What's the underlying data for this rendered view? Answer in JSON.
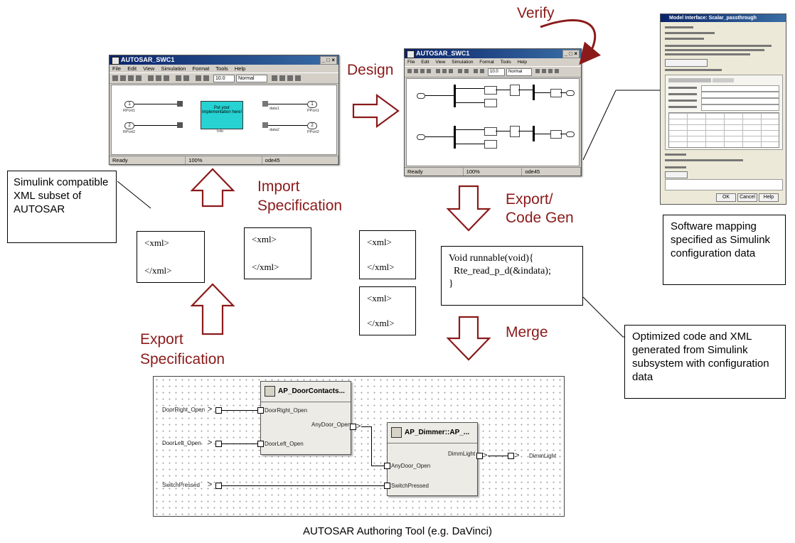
{
  "labels": {
    "verify": "Verify",
    "design": "Design",
    "import_spec": [
      "Import",
      "Specification"
    ],
    "export_codegen": [
      "Export/",
      "Code Gen"
    ],
    "merge": "Merge",
    "export_spec": [
      "Export",
      "Specification"
    ]
  },
  "simulink_left": {
    "title": "AUTOSAR_SWC1",
    "window_controls": "_ □ ×",
    "menu": [
      "File",
      "Edit",
      "View",
      "Simulation",
      "Format",
      "Tools",
      "Help"
    ],
    "toolbar_stoptime": "10.0",
    "toolbar_mode": "Normal",
    "ports_in": [
      "1",
      "2"
    ],
    "port_labels_in": [
      "RPort1",
      "RPort2"
    ],
    "port_labels_out": [
      "PPort1",
      "PPort2"
    ],
    "ports_out": [
      "1",
      "2"
    ],
    "impl_text": "Put your implementation here!",
    "impl_caption": "Info",
    "term_labels": [
      "data1",
      "data2"
    ],
    "status": [
      "Ready",
      "100%",
      "ode45"
    ]
  },
  "simulink_right": {
    "title": "AUTOSAR_SWC1",
    "menu": [
      "File",
      "Edit",
      "View",
      "Simulation",
      "Format",
      "Tools",
      "Help"
    ],
    "toolbar_stoptime": "10.0",
    "toolbar_mode": "Normal",
    "status": [
      "Ready",
      "100%",
      "ode45"
    ]
  },
  "config_dialog": {
    "title": "Model Interface: Scalar_passthrough",
    "ok": "OK",
    "cancel": "Cancel",
    "help": "Help"
  },
  "callouts": {
    "simulink_xml": "Simulink compatible XML subset of AUTOSAR",
    "software_mapping": "Software mapping specified as Simulink configuration data",
    "optimized_code": "Optimized code and XML generated from Simulink subsystem with configuration data"
  },
  "xml_boxes": [
    {
      "open": "<xml>",
      "close": "</xml>"
    },
    {
      "open": "<xml>",
      "close": "</xml>"
    },
    {
      "open": "<xml>",
      "close": "</xml>"
    },
    {
      "open": "<xml>",
      "close": "</xml>"
    }
  ],
  "code": [
    "Void runnable(void){",
    "  Rte_read_p_d(&indata);",
    "}"
  ],
  "davinci": {
    "comp1_title": "AP_DoorContacts...",
    "comp2_title": "AP_Dimmer::AP_...",
    "ext_in": [
      "DoorRight_Open",
      "DoorLeft_Open",
      "SwitchPressed"
    ],
    "comp1_in": [
      "DoorRight_Open",
      "DoorLeft_Open"
    ],
    "comp1_out": "AnyDoor_Open",
    "comp2_in": [
      "AnyDoor_Open",
      "SwitchPressed"
    ],
    "comp2_out": "DimmLight",
    "ext_out": "DimmLight"
  },
  "footer": "AUTOSAR Authoring Tool (e.g. DaVinci)",
  "colors": {
    "label_red": "#8b1a1a",
    "arrow_red": "#8b1a1a",
    "impl_block": "#26d2d2"
  }
}
